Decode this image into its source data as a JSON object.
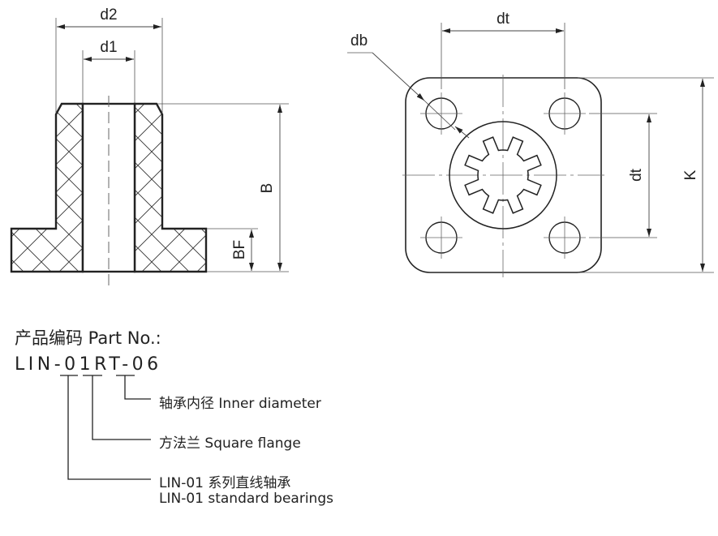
{
  "side_view": {
    "labels": {
      "d2": "d2",
      "d1": "d1",
      "B": "B",
      "BF": "BF"
    }
  },
  "front_view": {
    "labels": {
      "dt_top": "dt",
      "db": "db",
      "dt_right": "dt",
      "K": "K"
    },
    "spline_teeth": 8,
    "bolt_holes": 4
  },
  "part_number": {
    "title": "产品编码 Part No.:",
    "code": "LIN-01RT-06",
    "segments": [
      {
        "code": "06",
        "description": "轴承内径 Inner diameter"
      },
      {
        "code": "RT",
        "description": "方法兰 Square flange"
      },
      {
        "code": "LIN-01",
        "description": "LIN-01 系列直线轴承",
        "description2": "LIN-01 standard bearings"
      }
    ]
  },
  "colors": {
    "line": "#222222",
    "thin": "#555555",
    "background": "#ffffff"
  }
}
